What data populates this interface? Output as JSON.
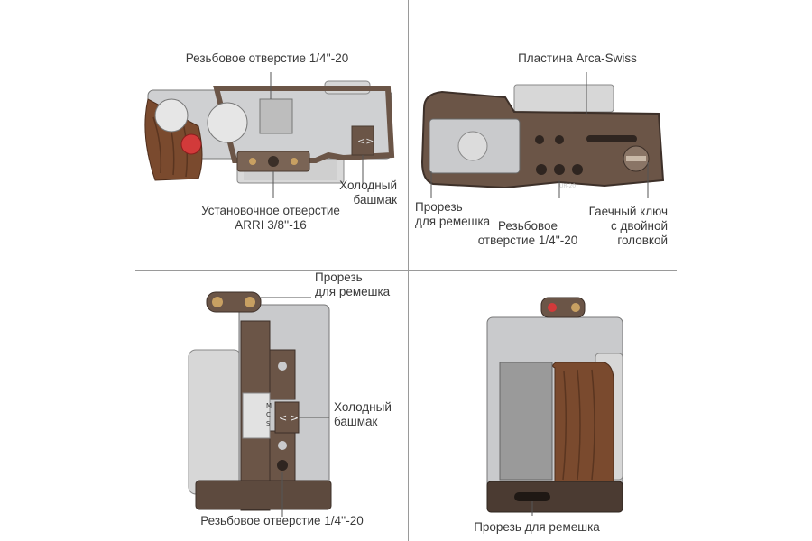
{
  "labels": {
    "tl_thread": "Резьбовое отверстие 1/4''-20",
    "tl_arri_1": "Установочное отверстие",
    "tl_arri_2": "ARRI 3/8''-16",
    "tl_shoe_1": "Холодный",
    "tl_shoe_2": "башмак",
    "tr_arca": "Пластина Arca-Swiss",
    "tr_strap_1": "Прорезь",
    "tr_strap_2": "для ремешка",
    "tr_thread_1": "Резьбовое",
    "tr_thread_2": "отверстие 1/4''-20",
    "tr_wrench_1": "Гаечный ключ",
    "tr_wrench_2": "с двойной",
    "tr_wrench_3": "головкой",
    "bl_strap_1": "Прорезь",
    "bl_strap_2": "для ремешка",
    "bl_shoe_1": "Холодный",
    "bl_shoe_2": "башмак",
    "bl_thread": "Резьбовое отверстие 1/4''-20",
    "br_strap": "Прорезь для ремешка"
  },
  "plate_markings": {
    "cage_model": "UR-20",
    "shoe_marks": [
      "M",
      "C",
      "S"
    ]
  },
  "colors": {
    "cage_brown": "#6b5547",
    "camera_silver": "#c9cacc",
    "wood": "#7a4a2e",
    "red_button": "#d23a3a"
  }
}
